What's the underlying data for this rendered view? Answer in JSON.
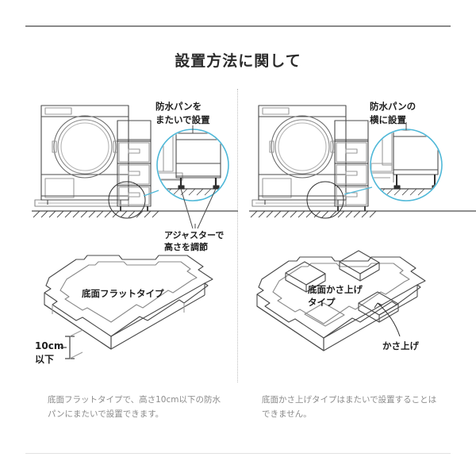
{
  "header": {
    "title": "設置方法に関して"
  },
  "panels": {
    "left": {
      "callout_label": "防水パンを\nまたいで設置",
      "adjuster_label": "アジャスターで\n高さを調節",
      "tray_label": "底面フラットタイプ",
      "height_label": "10cm\n以下",
      "caption": "底面フラットタイプで、高さ10cm以下の防水パンにまたいで設置できます。"
    },
    "right": {
      "callout_label": "防水パンの\n横に設置",
      "tray_label": "底面かさ上げ\nタイプ",
      "riser_label": "かさ上げ",
      "caption": "底面かさ上げタイプはまたいで設置することはできません。"
    }
  },
  "colors": {
    "accent_circle": "#4fb8d8",
    "line": "#4a4a4a",
    "line_light": "#9a9a9a",
    "text": "#1d1d1d",
    "caption_text": "#8b8b8b",
    "rule": "#8a8a8a"
  },
  "icons": {
    "drum_door": "washer-drum-icon",
    "magnifier": "magnifier-circle-icon",
    "leader": "leader-line-icon",
    "dimension": "dimension-arrow-icon"
  }
}
